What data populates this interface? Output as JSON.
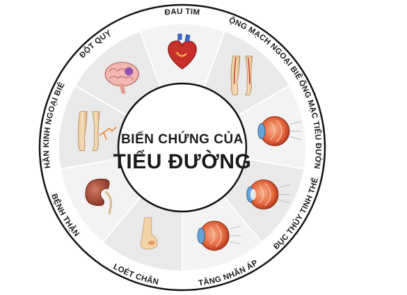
{
  "center": {
    "line1": "BIẾN CHỨNG CỦA",
    "line2": "TIỂU ĐƯỜNG"
  },
  "segments": [
    {
      "id": "dot-quy",
      "label": "ĐỘT QUỴ",
      "icon": "brain-icon"
    },
    {
      "id": "dau-tim",
      "label": "ĐAU TIM",
      "icon": "heart-icon"
    },
    {
      "id": "dong-mach",
      "label": "ĐỘNG MẠCH NGOẠI BIÊN",
      "icon": "legs-artery-icon"
    },
    {
      "id": "vong-mac",
      "label": "VÕNG MẠC TIỂU ĐƯỜNG",
      "icon": "retina-eye-icon"
    },
    {
      "id": "duc-thuy-tinh-the",
      "label": "ĐỤC THỦY TINH THỂ",
      "icon": "cataract-eye-icon"
    },
    {
      "id": "tang-nhan-ap",
      "label": "TĂNG NHÃN ÁP",
      "icon": "glaucoma-eye-icon"
    },
    {
      "id": "loet-chan",
      "label": "LOÉT CHÂN",
      "icon": "foot-ulcer-icon"
    },
    {
      "id": "benh-than",
      "label": "BỆNH THẬN",
      "icon": "kidney-icon"
    },
    {
      "id": "than-kinh",
      "label": "THẦN KINH NGOẠI BIÊN",
      "icon": "legs-nerve-icon"
    }
  ]
}
